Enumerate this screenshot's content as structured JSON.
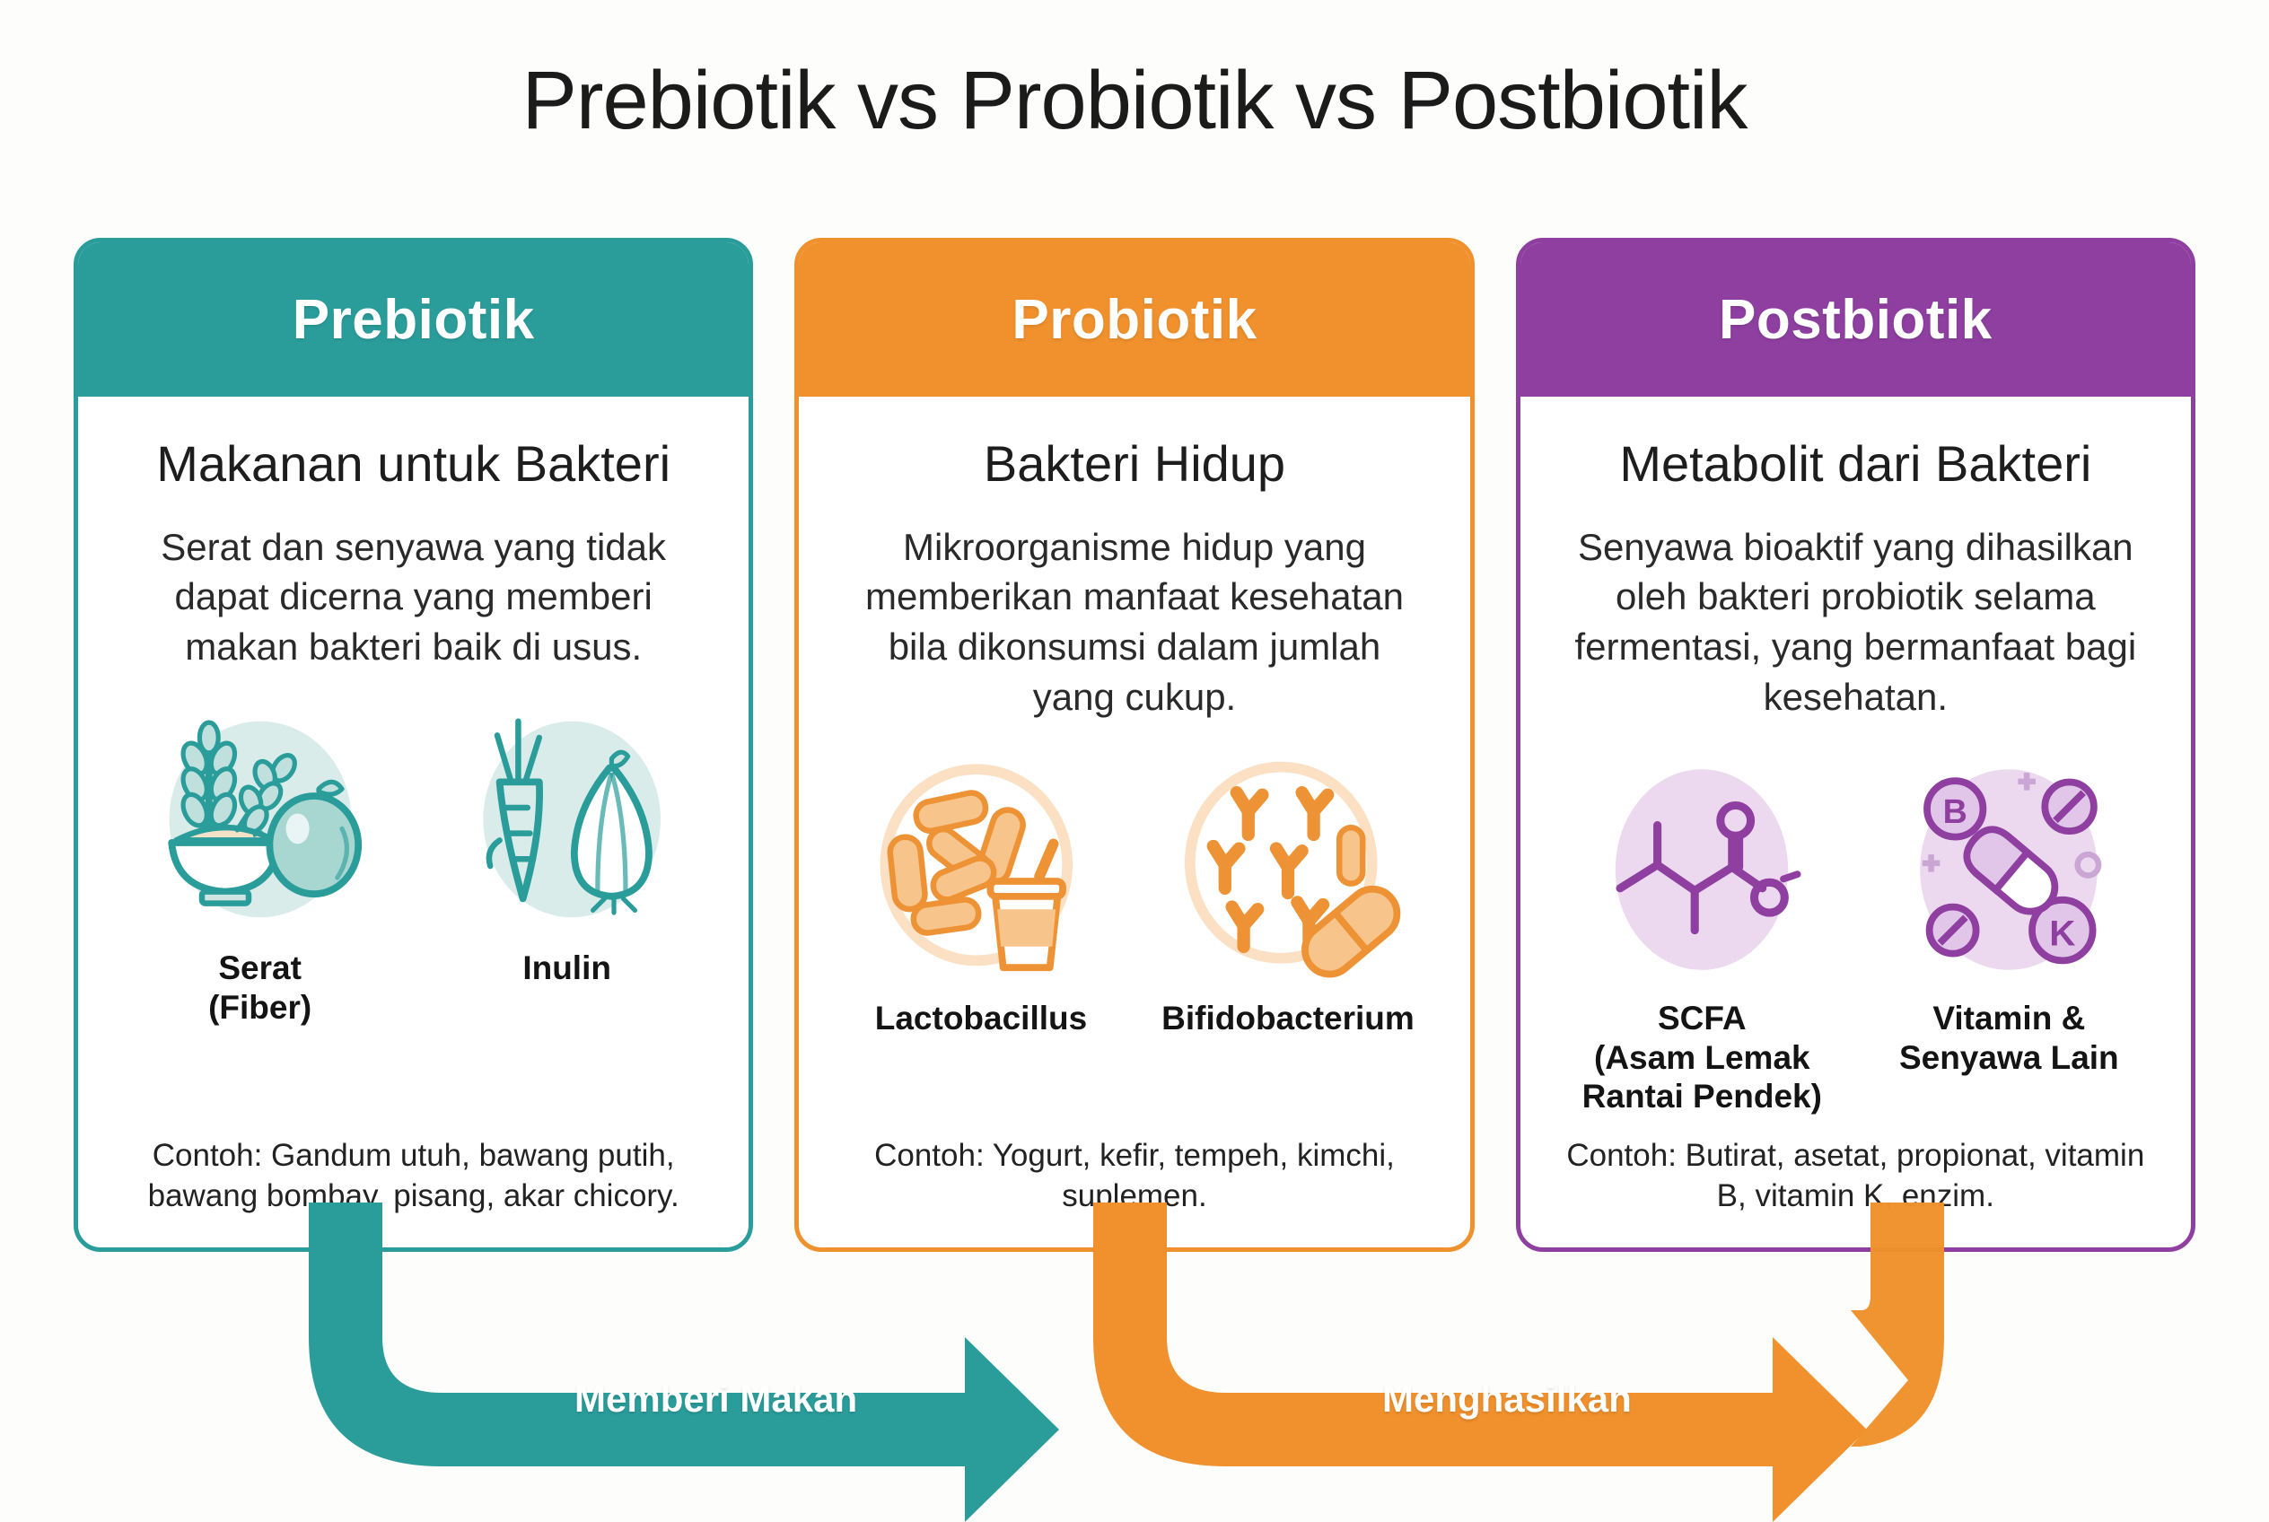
{
  "page": {
    "title": "Prebiotik vs Probiotik vs Postbiotik",
    "background_color": "#fdfdfb"
  },
  "colors": {
    "prebiotic": "#2a9d9b",
    "probiotic": "#f0912d",
    "postbiotic": "#8e3fa0",
    "prebiotic_tint": "#d9ecea",
    "probiotic_tint": "#fbe0c4",
    "postbiotic_tint": "#ecd9f0",
    "title_text": "#1b1b1b",
    "body_text": "#2a2a2a"
  },
  "cards": [
    {
      "id": "prebiotic",
      "header": "Prebiotik",
      "accent": "#2a9d9b",
      "subtitle": "Makanan untuk Bakteri",
      "description": "Serat dan senyawa yang tidak dapat dicerna yang memberi makan bakteri baik di usus.",
      "icons": [
        {
          "icon_name": "wheat-bowl-apple-icon",
          "label": "Serat\n(Fiber)"
        },
        {
          "icon_name": "carrot-garlic-icon",
          "label": "Inulin"
        }
      ],
      "examples": "Contoh: Gandum utuh, bawang putih, bawang bombay, pisang, akar chicory."
    },
    {
      "id": "probiotic",
      "header": "Probiotik",
      "accent": "#f0912d",
      "subtitle": "Bakteri Hidup",
      "description": "Mikroorganisme hidup yang memberikan manfaat kesehatan bila dikonsumsi dalam jumlah yang cukup.",
      "icons": [
        {
          "icon_name": "rod-bacteria-yogurt-icon",
          "label": "Lactobacillus"
        },
        {
          "icon_name": "y-bacteria-capsule-icon",
          "label": "Bifidobacterium"
        }
      ],
      "examples": "Contoh: Yogurt, kefir, tempeh, kimchi, suplemen."
    },
    {
      "id": "postbiotic",
      "header": "Postbiotik",
      "accent": "#8e3fa0",
      "subtitle": "Metabolit dari Bakteri",
      "description": "Senyawa bioaktif yang dihasilkan oleh bakteri probiotik selama fermentasi, yang bermanfaat bagi kesehatan.",
      "icons": [
        {
          "icon_name": "butyrate-molecule-icon",
          "label": "SCFA\n(Asam Lemak\nRantai Pendek)"
        },
        {
          "icon_name": "vitamin-pills-icon",
          "label": "Vitamin &\nSenyawa Lain"
        }
      ],
      "examples": "Contoh: Butirat, asetat, propionat, vitamin B, vitamin K, enzim."
    }
  ],
  "arrows": [
    {
      "id": "feeds",
      "label": "Memberi Makan",
      "color": "#2a9d9b",
      "from": "prebiotic",
      "to": "probiotic"
    },
    {
      "id": "produces",
      "label": "Menghasilkan",
      "color": "#f0912d",
      "from": "probiotic",
      "to": "postbiotic"
    }
  ]
}
